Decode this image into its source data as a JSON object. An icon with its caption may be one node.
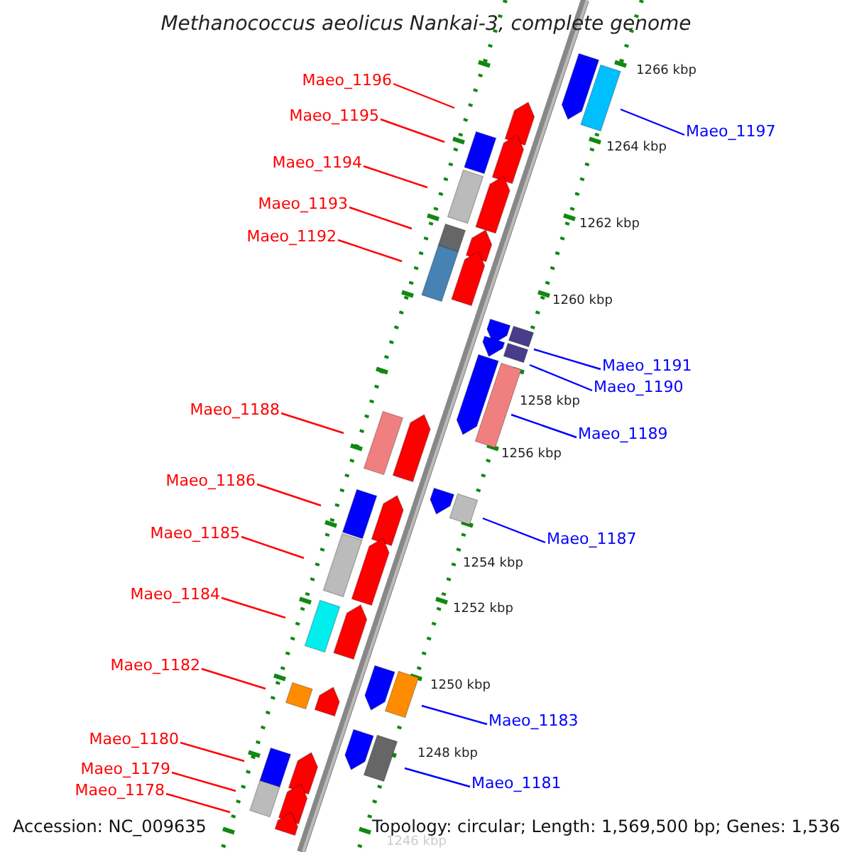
{
  "diagram": {
    "title": "Methanococcus aeolicus Nankai-3, complete genome",
    "nodes": [
      {
        "text": [
          "Maeo_1196"
        ]
      },
      {
        "text": [
          "Maeo_1195"
        ]
      },
      {
        "text": [
          "Maeo_1197"
        ]
      },
      {
        "text": [
          "Maeo_1194"
        ]
      },
      {
        "text": [
          "Maeo_1193"
        ]
      },
      {
        "text": [
          "Maeo_1192"
        ]
      },
      {
        "text": [
          "Maeo_1191"
        ]
      },
      {
        "text": [
          "Maeo_1190"
        ]
      },
      {
        "text": [
          "Maeo_1188"
        ]
      },
      {
        "text": [
          "Maeo_1189"
        ]
      },
      {
        "text": [
          "Maeo_1186"
        ]
      },
      {
        "text": [
          "Maeo_1185"
        ]
      },
      {
        "text": [
          "Maeo_1187"
        ]
      },
      {
        "text": [
          "Maeo_1184"
        ]
      },
      {
        "text": [
          "Maeo_1182"
        ]
      },
      {
        "text": [
          "Maeo_1183"
        ]
      },
      {
        "text": [
          "Maeo_1180"
        ]
      },
      {
        "text": [
          "Maeo_1179"
        ]
      },
      {
        "text": [
          "Maeo_1181"
        ]
      },
      {
        "text": [
          "Maeo_1178"
        ]
      }
    ],
    "edges": [
      {
        "from": 0,
        "to": null,
        "arrow": "none"
      },
      {
        "from": 1,
        "to": null,
        "arrow": "none"
      },
      {
        "from": 2,
        "to": null,
        "arrow": "none",
        "color": "#0000ff"
      },
      {
        "from": 3,
        "to": null,
        "arrow": "none"
      },
      {
        "from": 4,
        "to": null,
        "arrow": "none"
      },
      {
        "from": 5,
        "to": null,
        "arrow": "none"
      },
      {
        "from": 6,
        "to": null,
        "arrow": "none",
        "color": "#0000ff"
      },
      {
        "from": 7,
        "to": null,
        "arrow": "none",
        "color": "#0000ff"
      },
      {
        "from": 8,
        "to": null,
        "arrow": "none"
      },
      {
        "from": 9,
        "to": null,
        "arrow": "none",
        "color": "#0000ff"
      },
      {
        "from": 10,
        "to": null,
        "arrow": "none"
      },
      {
        "from": 11,
        "to": null,
        "arrow": "none"
      },
      {
        "from": 12,
        "to": null,
        "arrow": "none",
        "color": "#0000ff"
      },
      {
        "from": 13,
        "to": null,
        "arrow": "none"
      },
      {
        "from": 14,
        "to": null,
        "arrow": "none"
      },
      {
        "from": 15,
        "to": null,
        "arrow": "none",
        "color": "#0000ff"
      },
      {
        "from": 16,
        "to": null,
        "arrow": "none"
      },
      {
        "from": 17,
        "to": null,
        "arrow": "none"
      },
      {
        "from": 18,
        "to": null,
        "arrow": "none",
        "color": "#0000ff"
      },
      {
        "from": 19,
        "to": null,
        "arrow": "none"
      }
    ],
    "labels": [
      "1266 kbp",
      "1264 kbp",
      "1262 kbp",
      "1260 kbp",
      "1258 kbp",
      "1256 kbp",
      "1254 kbp",
      "1252 kbp",
      "1250 kbp",
      "1248 kbp",
      "Accession: NC_009635",
      "Topology: circular; Length: 1,569,500 bp; Genes: 1,536",
      "1246 kbp"
    ]
  }
}
